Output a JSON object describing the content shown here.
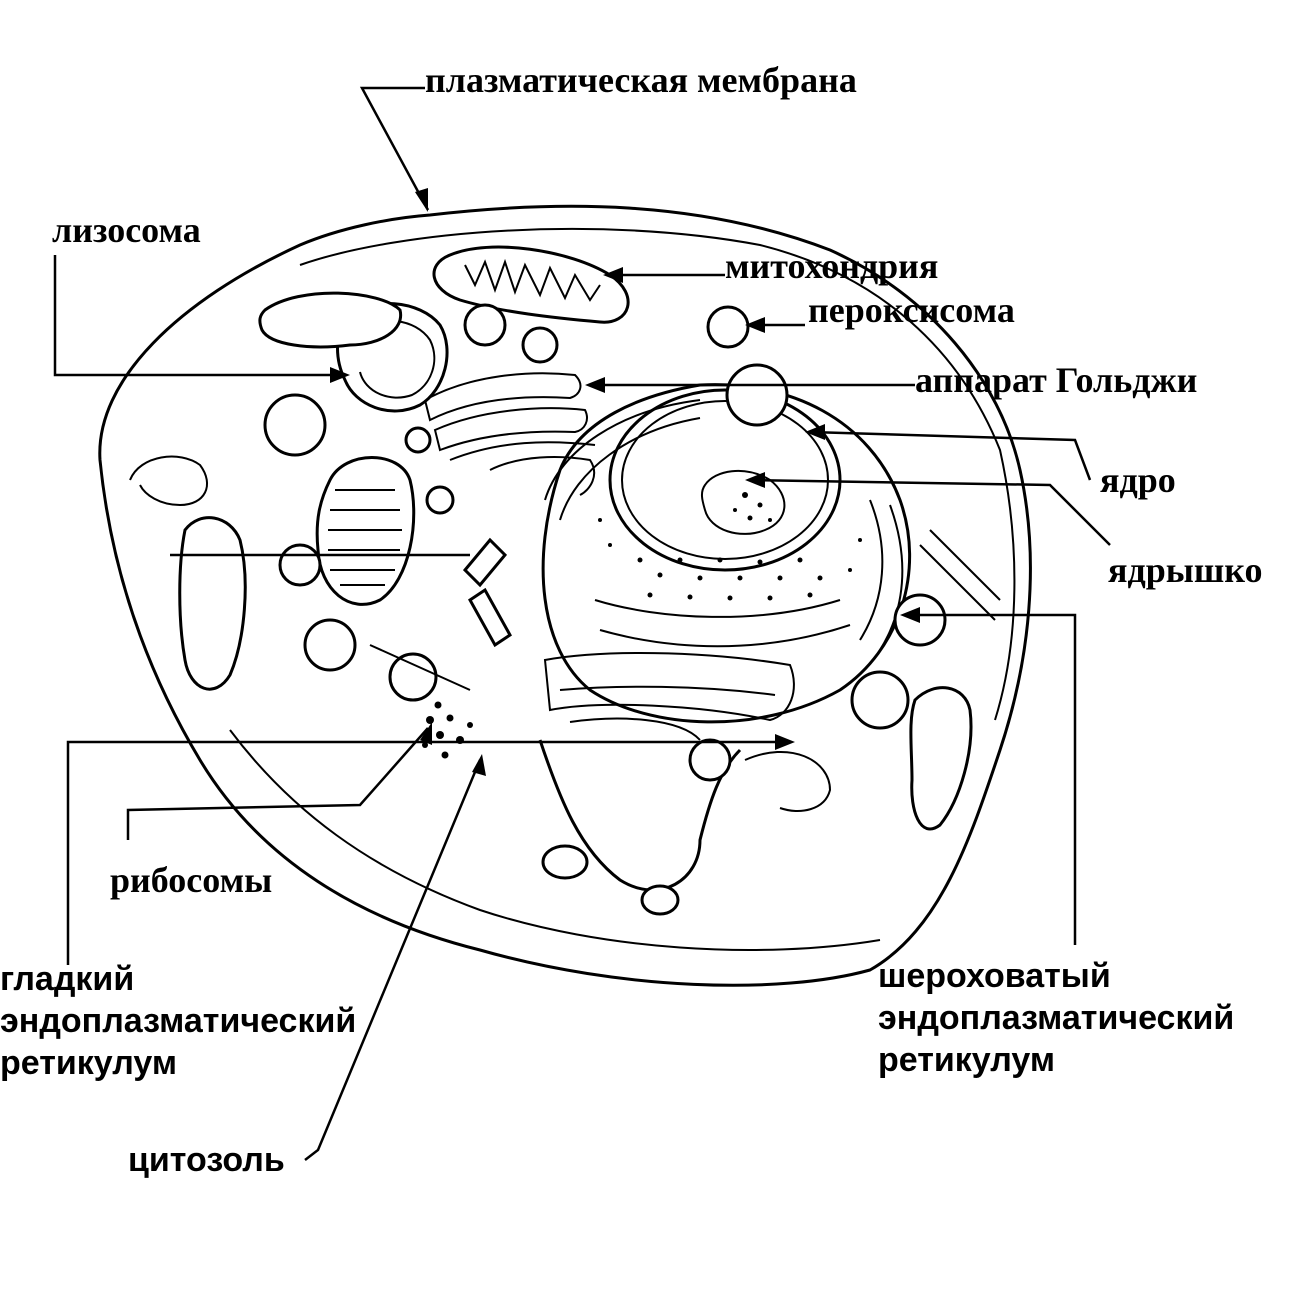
{
  "labels": {
    "plasma_membrane": "плазматическая мембрана",
    "lysosome": "лизосома",
    "mitochondrion": "митохондрия",
    "peroxisome": "пероксисома",
    "golgi": "аппарат Гольджи",
    "nucleus": "ядро",
    "nucleolus": "ядрышко",
    "ribosomes": "рибосомы",
    "smooth_er": [
      "гладкий",
      "эндоплазматический",
      "ретикулум"
    ],
    "rough_er": [
      "шероховатый",
      "эндоплазматический",
      "ретикулум"
    ],
    "cytosol": "цитозоль"
  }
}
